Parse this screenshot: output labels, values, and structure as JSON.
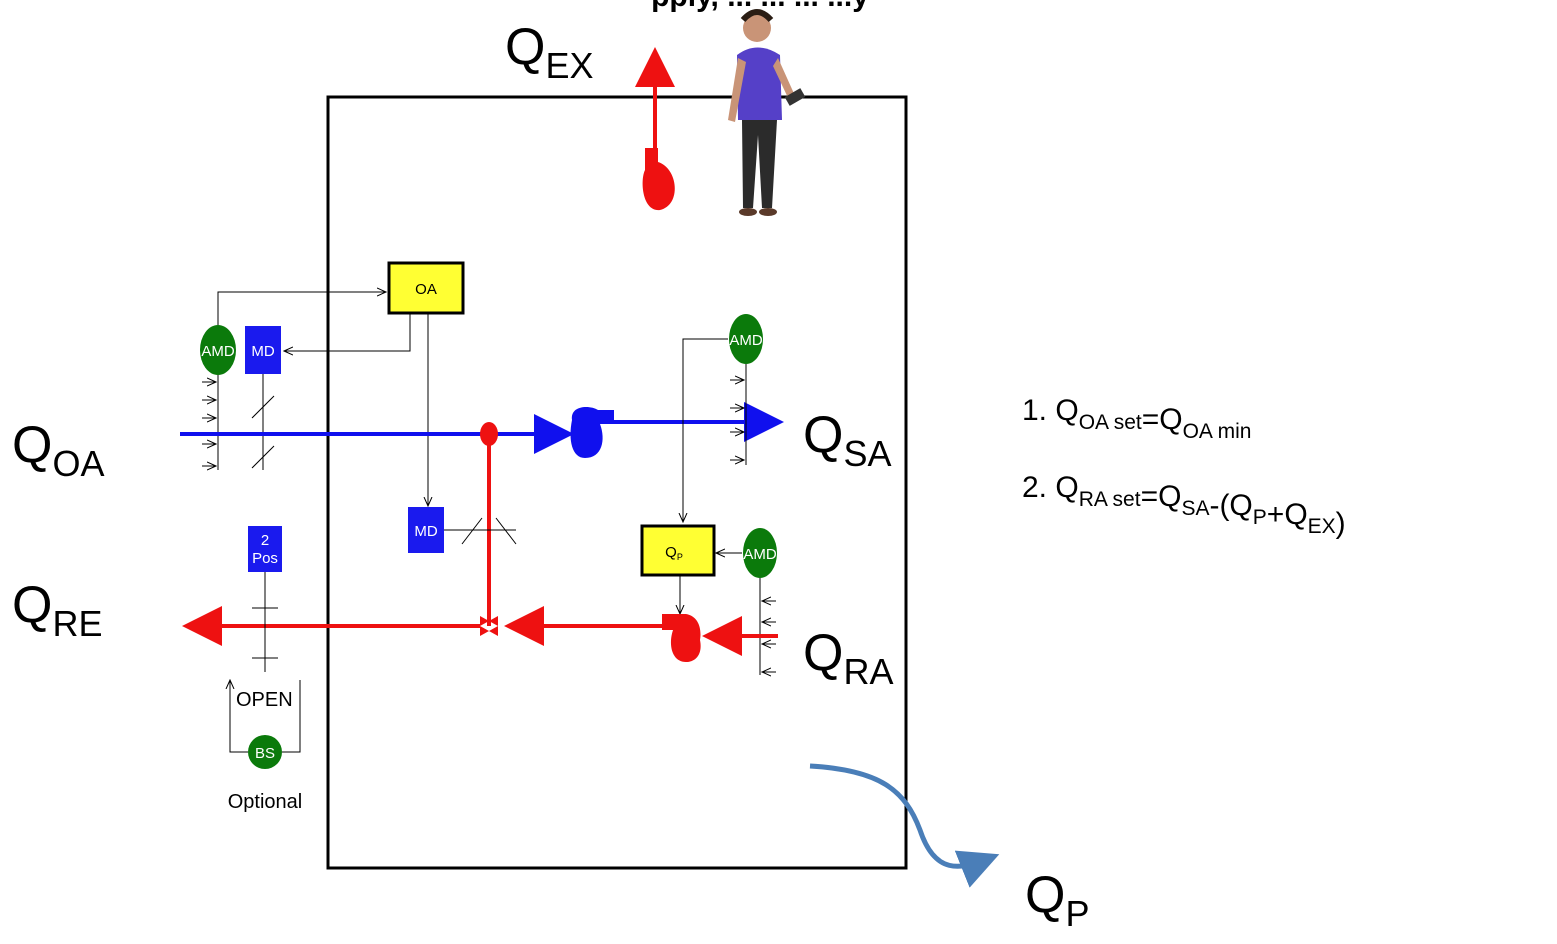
{
  "header": {
    "partial_title": "pply, ... ... ... ...y"
  },
  "flows": {
    "ex": {
      "main": "Q",
      "sub": "EX"
    },
    "oa": {
      "main": "Q",
      "sub": "OA"
    },
    "sa": {
      "main": "Q",
      "sub": "SA"
    },
    "re": {
      "main": "Q",
      "sub": "RE"
    },
    "ra": {
      "main": "Q",
      "sub": "RA"
    },
    "p": {
      "main": "Q",
      "sub": "P"
    }
  },
  "components": {
    "oa_controller": "OA",
    "qp_controller": "Q",
    "qp_controller_sub": "P",
    "amd_oa": "AMD",
    "amd_sa": "AMD",
    "amd_ra": "AMD",
    "md_oa": "MD",
    "md_ra": "MD",
    "two_pos_line1": "2",
    "two_pos_line2": "Pos",
    "bs": "BS",
    "open_label": "OPEN",
    "optional_label": "Optional"
  },
  "equations": [
    {
      "num": "1.",
      "parts": [
        {
          "t": "Q",
          "s": "OA set"
        },
        {
          "t": "=Q",
          "s": "OA min"
        }
      ]
    },
    {
      "num": "2.",
      "parts": [
        {
          "t": "Q",
          "s": "RA set"
        },
        {
          "t": "=Q",
          "s": "SA"
        },
        {
          "t": "-(Q",
          "s": "P"
        },
        {
          "t": "+Q",
          "s": "EX"
        },
        {
          "t": ")",
          "s": ""
        }
      ]
    }
  ],
  "colors": {
    "supply": "#1010ee",
    "return": "#ee1111",
    "controller": "#ffff33",
    "amd": "#0b7a0b",
    "md": "#1a1aee",
    "pressurization_arrow": "#4a7eb8"
  }
}
